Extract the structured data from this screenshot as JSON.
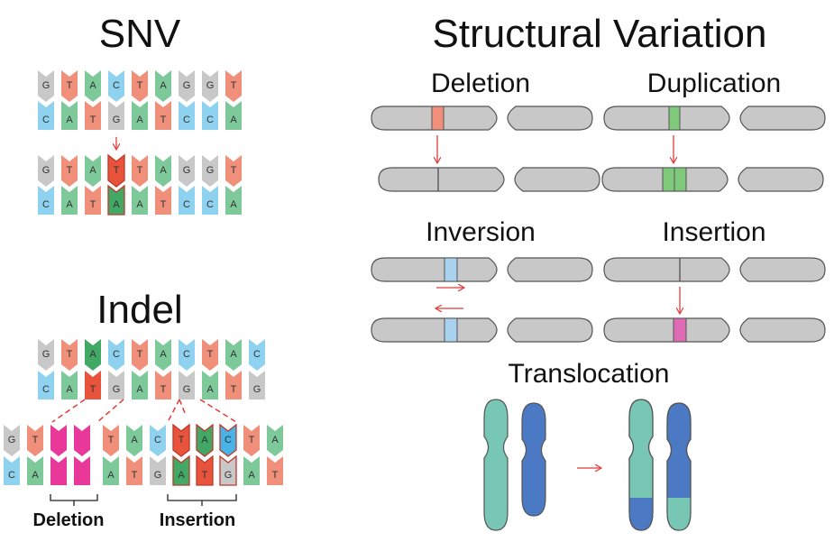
{
  "colors": {
    "G": "#c8c8c8",
    "A": "#7ec99a",
    "T": "#f1907a",
    "C": "#8fd2f0",
    "T_mut": "#e8533c",
    "A_mut": "#41a866",
    "C_mut": "#47b3e6",
    "deletion_pink": "#e8399a",
    "chromosome": "#c8c8c8",
    "outline": "#555555",
    "arrow": "#e23a3a",
    "dup_band": "#7fc97a",
    "inv_band": "#a9d2ee",
    "ins_band": "#e06bb5",
    "del_band": "#f1907a",
    "teal": "#78c7b5",
    "blue": "#4b79c4"
  },
  "snv": {
    "title": "SNV",
    "before_top": [
      "G",
      "T",
      "A",
      "C",
      "T",
      "A",
      "G",
      "G",
      "T"
    ],
    "before_bottom": [
      "C",
      "A",
      "T",
      "G",
      "A",
      "T",
      "C",
      "C",
      "A"
    ],
    "after_top": [
      "G",
      "T",
      "A",
      "T",
      "T",
      "A",
      "G",
      "G",
      "T"
    ],
    "after_bottom": [
      "C",
      "A",
      "T",
      "A",
      "A",
      "T",
      "C",
      "C",
      "A"
    ],
    "mutated_index": 3
  },
  "indel": {
    "title": "Indel",
    "ref_top": [
      "G",
      "T",
      "A",
      "C",
      "T",
      "A",
      "C",
      "T",
      "A",
      "C"
    ],
    "ref_bottom": [
      "C",
      "A",
      "T",
      "G",
      "A",
      "T",
      "G",
      "A",
      "T",
      "G"
    ],
    "alt_top": [
      "G",
      "T",
      "",
      "",
      "T",
      "A",
      "C",
      "T",
      "A",
      "C",
      "T",
      "A"
    ],
    "alt_bottom": [
      "C",
      "A",
      "",
      "",
      "A",
      "T",
      "G",
      "A",
      "T",
      "G",
      "A",
      "T"
    ],
    "deletion_label": "Deletion",
    "insertion_label": "Insertion"
  },
  "sv": {
    "title": "Structural Variation",
    "deletion": "Deletion",
    "duplication": "Duplication",
    "inversion": "Inversion",
    "insertion": "Insertion",
    "translocation": "Translocation"
  }
}
